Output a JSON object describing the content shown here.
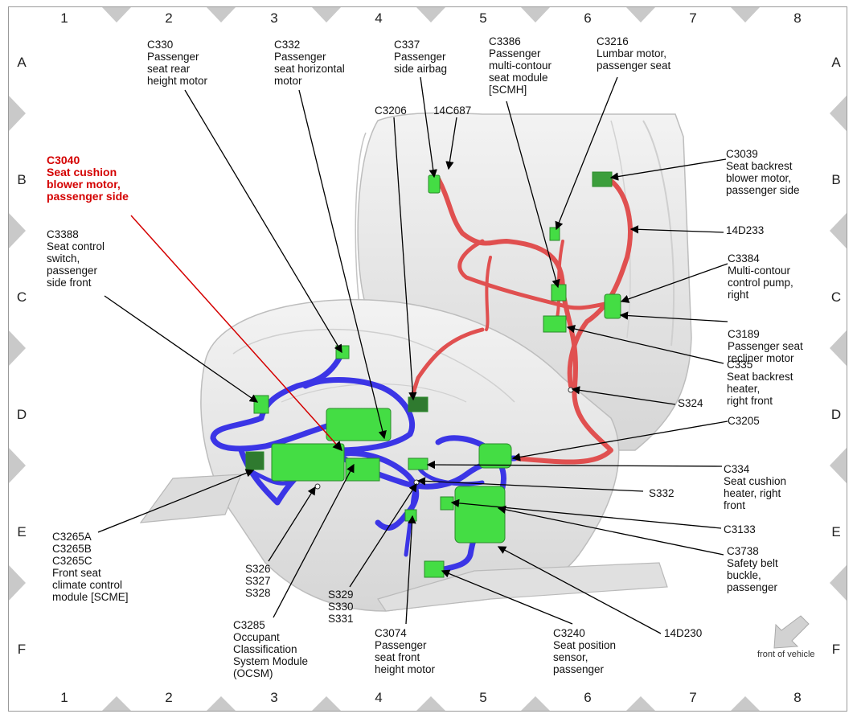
{
  "grid": {
    "columns": [
      "1",
      "2",
      "3",
      "4",
      "5",
      "6",
      "7",
      "8"
    ],
    "rows": [
      "A",
      "B",
      "C",
      "D",
      "E",
      "F"
    ]
  },
  "colors": {
    "harness_red": "#e05050",
    "harness_blue": "#3b35e6",
    "connector_green": "#44dd44",
    "highlight_label": "#d40000",
    "seat_gray": "#e4e4e4"
  },
  "orientation": {
    "text": "front of vehicle",
    "icon": "arrow-icon"
  },
  "callouts": [
    {
      "id": "c330",
      "lines": [
        "C330",
        "Passenger",
        "seat rear",
        "height motor"
      ]
    },
    {
      "id": "c332",
      "lines": [
        "C332",
        "Passenger",
        "seat horizontal",
        "motor"
      ]
    },
    {
      "id": "c337",
      "lines": [
        "C337",
        "Passenger",
        "side airbag"
      ]
    },
    {
      "id": "c3386",
      "lines": [
        "C3386",
        "Passenger",
        "multi-contour",
        "seat module",
        "[SCMH]"
      ]
    },
    {
      "id": "c3216",
      "lines": [
        "C3216",
        "Lumbar motor,",
        "passenger seat"
      ]
    },
    {
      "id": "c3206",
      "lines": [
        "C3206"
      ]
    },
    {
      "id": "14c687",
      "lines": [
        "14C687"
      ]
    },
    {
      "id": "c3040",
      "lines": [
        "C3040",
        "Seat cushion",
        "blower motor,",
        "passenger side"
      ],
      "highlight": true
    },
    {
      "id": "c3039",
      "lines": [
        "C3039",
        "Seat backrest",
        "blower motor,",
        "passenger side"
      ]
    },
    {
      "id": "14d233",
      "lines": [
        "14D233"
      ]
    },
    {
      "id": "c3388",
      "lines": [
        "C3388",
        "Seat control",
        "switch,",
        "passenger",
        "side front"
      ]
    },
    {
      "id": "c3384",
      "lines": [
        "C3384",
        "Multi-contour",
        "control pump,",
        "right"
      ]
    },
    {
      "id": "c3189",
      "lines": [
        "C3189",
        "Passenger seat",
        "recliner motor"
      ]
    },
    {
      "id": "c335",
      "lines": [
        "C335",
        "Seat backrest",
        "heater,",
        "right front"
      ]
    },
    {
      "id": "s324",
      "lines": [
        "S324"
      ]
    },
    {
      "id": "c3205",
      "lines": [
        "C3205"
      ]
    },
    {
      "id": "c334",
      "lines": [
        "C334",
        "Seat cushion",
        "heater, right",
        "front"
      ]
    },
    {
      "id": "s332",
      "lines": [
        "S332"
      ]
    },
    {
      "id": "c3133",
      "lines": [
        "C3133"
      ]
    },
    {
      "id": "c3738",
      "lines": [
        "C3738",
        "Safety belt",
        "buckle,",
        "passenger"
      ]
    },
    {
      "id": "14d230",
      "lines": [
        "14D230"
      ]
    },
    {
      "id": "c3265",
      "lines": [
        "C3265A",
        "C3265B",
        "C3265C",
        "Front seat",
        "climate control",
        "module [SCME]"
      ]
    },
    {
      "id": "s326",
      "lines": [
        "S326",
        "S327",
        "S328"
      ]
    },
    {
      "id": "c3285",
      "lines": [
        "C3285",
        "Occupant",
        "Classification",
        "System Module",
        "(OCSM)"
      ]
    },
    {
      "id": "s329",
      "lines": [
        "S329",
        "S330",
        "S331"
      ]
    },
    {
      "id": "c3074",
      "lines": [
        "C3074",
        "Passenger",
        "seat front",
        "height motor"
      ]
    },
    {
      "id": "c3240",
      "lines": [
        "C3240",
        "Seat position",
        "sensor,",
        "passenger"
      ]
    }
  ]
}
